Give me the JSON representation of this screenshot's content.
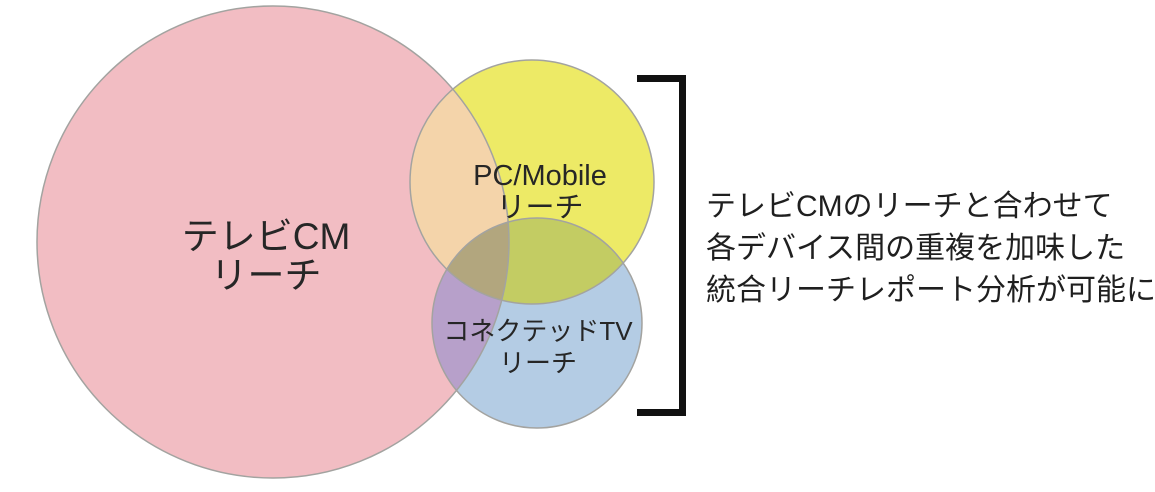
{
  "venn": {
    "colors": {
      "tv_cm_fill": "#f2bdc3",
      "pc_mobile_fill": "#edea66",
      "connected_tv_fill": "#b4cce4",
      "tv_pc_overlap": "#f4d4aa",
      "tv_ctv_overlap": "#b7a0ca",
      "pc_ctv_overlap": "#c3cc63",
      "triple_overlap": "#b2a67e",
      "outline": "#a3a3a0"
    },
    "circles": [
      {
        "id": "tv-cm",
        "label_lines": [
          "テレビCM",
          "リーチ"
        ]
      },
      {
        "id": "pc-mobile",
        "label_lines": [
          "PC/Mobile",
          "リーチ"
        ]
      },
      {
        "id": "connected-tv",
        "label_lines": [
          "コネクテッドTV",
          "リーチ"
        ]
      }
    ]
  },
  "annotation": {
    "lines": [
      "テレビCMのリーチと合わせて",
      "各デバイス間の重複を加味した",
      "統合リーチレポート分析が可能に"
    ]
  }
}
